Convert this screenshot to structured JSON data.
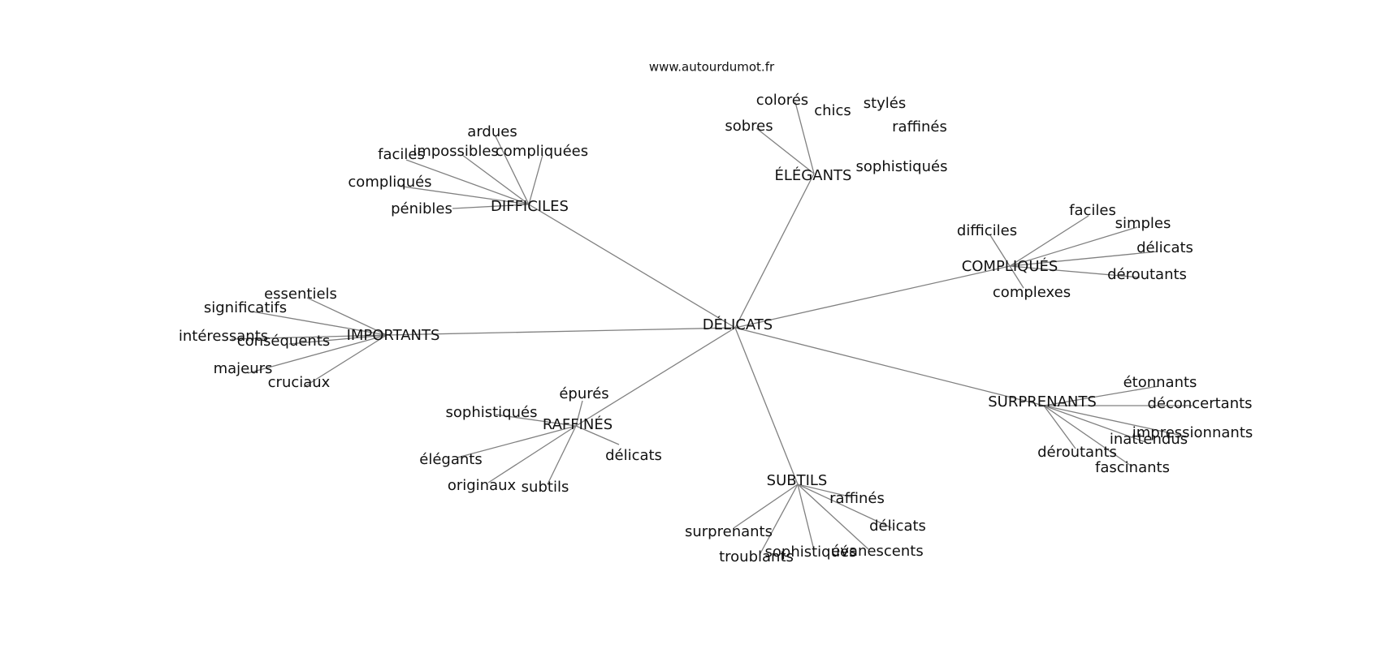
{
  "source": "www.autourdumot.fr",
  "center": "DÉLICATS",
  "groups": [
    {
      "id": "elegants",
      "label": "ÉLÉGANTS",
      "words": [
        "colorés",
        "chics",
        "stylés",
        "sobres",
        "raffinés",
        "sophistiqués"
      ]
    },
    {
      "id": "difficiles",
      "label": "DIFFICILES",
      "words": [
        "ardues",
        "impossibles",
        "compliquées",
        "faciles",
        "compliqués",
        "pénibles"
      ]
    },
    {
      "id": "compliques",
      "label": "COMPLIQUÉS",
      "words": [
        "difficiles",
        "faciles",
        "simples",
        "délicats",
        "déroutants",
        "complexes"
      ]
    },
    {
      "id": "importants",
      "label": "IMPORTANTS",
      "words": [
        "essentiels",
        "significatifs",
        "intéressants",
        "conséquents",
        "majeurs",
        "cruciaux"
      ]
    },
    {
      "id": "raffines",
      "label": "RAFFINÉS",
      "words": [
        "épurés",
        "sophistiqués",
        "élégants",
        "délicats",
        "originaux",
        "subtils"
      ]
    },
    {
      "id": "surprenants",
      "label": "SURPRENANTS",
      "words": [
        "étonnants",
        "déconcertants",
        "impressionnants",
        "inattendus",
        "déroutants",
        "fascinants"
      ]
    },
    {
      "id": "subtils",
      "label": "SUBTILS",
      "words": [
        "raffinés",
        "délicats",
        "surprenants",
        "troublants",
        "sophistiqués",
        "évanescents"
      ]
    }
  ]
}
